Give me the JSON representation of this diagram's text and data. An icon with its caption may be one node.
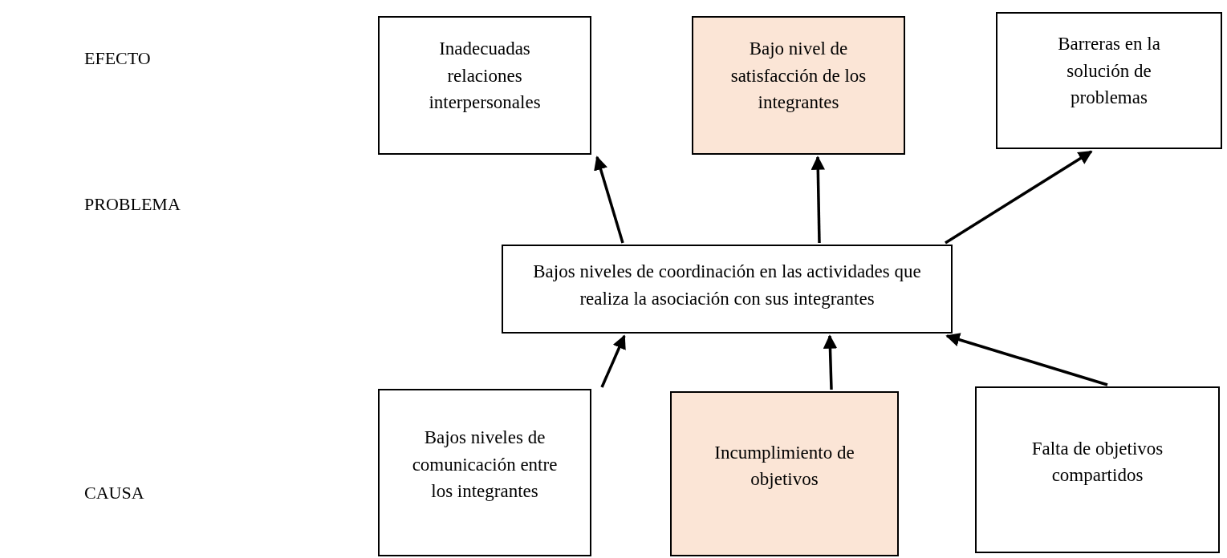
{
  "diagram": {
    "nodes": [
      {
        "text": [
          "Inadecuadas relaciones interpersonales"
        ]
      },
      {
        "text": [
          "Bajo nivel de satisfacción de los integrantes"
        ]
      },
      {
        "text": [
          "Barreras en la solución de problemas"
        ]
      },
      {
        "text": [
          "Bajos niveles de coordinación en las actividades que realiza la asociación con sus integrantes"
        ]
      },
      {
        "text": [
          "Bajos niveles de comunicación entre los integrantes"
        ]
      },
      {
        "text": [
          "Incumplimiento de objetivos"
        ]
      },
      {
        "text": [
          "Falta de objetivos compartidos"
        ]
      }
    ],
    "edges": [
      {
        "from": 3,
        "to": 0,
        "arrow": "to"
      },
      {
        "from": 3,
        "to": 1,
        "arrow": "to"
      },
      {
        "from": 3,
        "to": 2,
        "arrow": "to"
      },
      {
        "from": 4,
        "to": 3,
        "arrow": "to"
      },
      {
        "from": 5,
        "to": 3,
        "arrow": "to"
      },
      {
        "from": 6,
        "to": 3,
        "arrow": "to"
      }
    ],
    "labels": [
      "EFECTO",
      "PROBLEMA",
      "CAUSA"
    ]
  }
}
